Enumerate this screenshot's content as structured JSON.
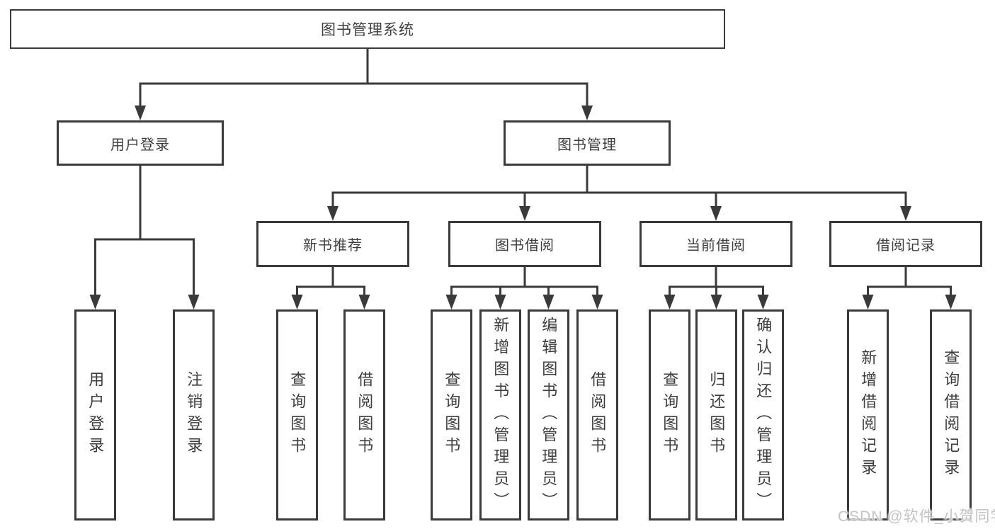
{
  "colors": {
    "line": "#3a3a3a",
    "text": "#3d3d3d",
    "watermark": "#c4c4c4",
    "background": "#ffffff"
  },
  "watermark": "CSDN @软件_小贺同学",
  "tree": {
    "root": "图书管理系统",
    "level2": [
      "用户登录",
      "图书管理"
    ],
    "login_children": [
      "用户登录",
      "注销登录"
    ],
    "manage_groups": [
      "新书推荐",
      "图书借阅",
      "当前借阅",
      "借阅记录"
    ],
    "new_book_children": [
      "查询图书",
      "借阅图书"
    ],
    "borrow_children": [
      "查询图书",
      "新增图书（管理员）",
      "编辑图书（管理员）",
      "借阅图书"
    ],
    "current_children": [
      "查询图书",
      "归还图书",
      "确认归还（管理员）"
    ],
    "record_children": [
      "新增借阅记录",
      "查询借阅记录"
    ]
  }
}
